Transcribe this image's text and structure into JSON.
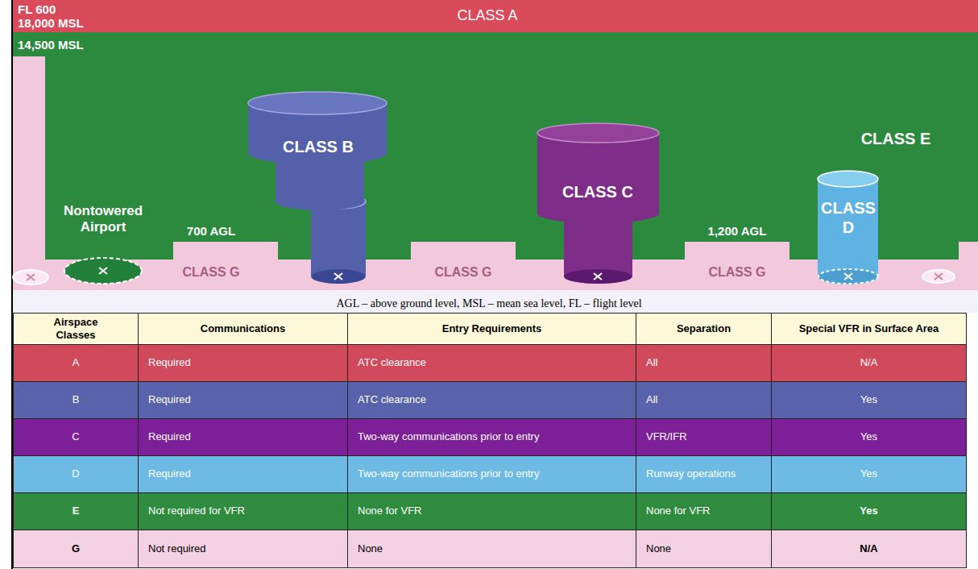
{
  "diagram": {
    "caption": "AGL – above ground level, MSL – mean sea level, FL – flight level",
    "nodes": [
      {
        "text": [
          "FL 600",
          "18,000 MSL",
          "CLASS A"
        ]
      },
      {
        "text": [
          "14,500 MSL",
          "CLASS E"
        ]
      },
      {
        "text": [
          "700 AGL",
          "CLASS G"
        ],
        "in": 1
      },
      {
        "text": [
          "CLASS B"
        ],
        "in": 1
      },
      {
        "text": [
          "CLASS G"
        ],
        "in": 1
      },
      {
        "text": [
          "CLASS C"
        ],
        "in": 1
      },
      {
        "text": [
          "1,200 AGL",
          "CLASS G"
        ],
        "in": 1
      },
      {
        "text": [
          "CLASS D"
        ],
        "in": 1
      }
    ],
    "labels": [
      "Nontowered Airport",
      "Airspace Classes",
      "Communications",
      "Entry Requirements",
      "Separation",
      "Special VFR in Surface Area",
      "A",
      "Required",
      "ATC clearance",
      "All",
      "N/A",
      "B",
      "Required",
      "ATC clearance",
      "All",
      "Yes",
      "C",
      "Required",
      "Two-way communications prior to entry",
      "VFR/IFR",
      "Yes",
      "D",
      "Required",
      "Two-way communications prior to entry",
      "Runway operations",
      "Yes",
      "E",
      "Not required for VFR",
      "None for VFR",
      "None for VFR",
      "Yes",
      "G",
      "Not required",
      "None",
      "None",
      "N/A"
    ]
  }
}
